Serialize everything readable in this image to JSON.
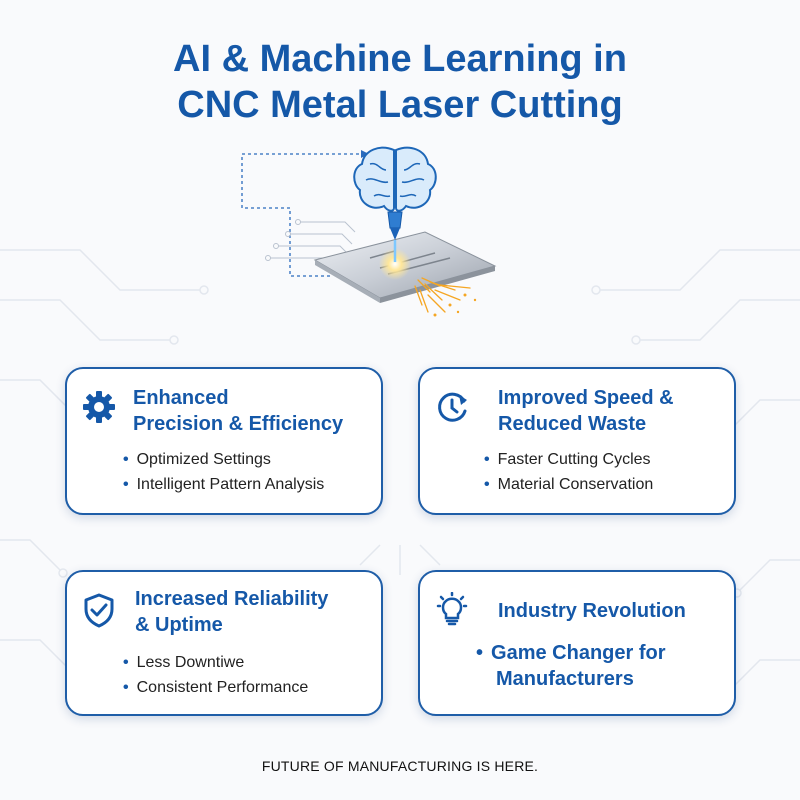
{
  "title": {
    "line1": "AI & Machine Learning in",
    "line2": "CNC Metal Laser Cutting"
  },
  "cards": [
    {
      "icon": "gear-icon",
      "title_lines": [
        "Enhanced",
        "Precision & Efficiency"
      ],
      "bullets": [
        "Optimized Settings",
        "Intelligent Pattern Analysis"
      ]
    },
    {
      "icon": "clock-cycle-icon",
      "title_lines": [
        "Improved Speed &",
        "Reduced Waste"
      ],
      "bullets": [
        "Faster Cutting Cycles",
        "Material Conservation"
      ]
    },
    {
      "icon": "shield-check-icon",
      "title_lines": [
        "Increased Reliability",
        "& Uptime"
      ],
      "bullets": [
        "Less Downtiwe",
        "Consistent Performance"
      ]
    },
    {
      "icon": "lightbulb-icon",
      "title_lines": [
        "Industry Revolution"
      ],
      "bullets": [
        "Game Changer for",
        "Manufacturers"
      ]
    }
  ],
  "footer": "FUTURE OF MANUFACTURING IS HERE.",
  "colors": {
    "accent": "#1558a8",
    "border": "#1f5ea8",
    "spark": "#f5a623"
  }
}
